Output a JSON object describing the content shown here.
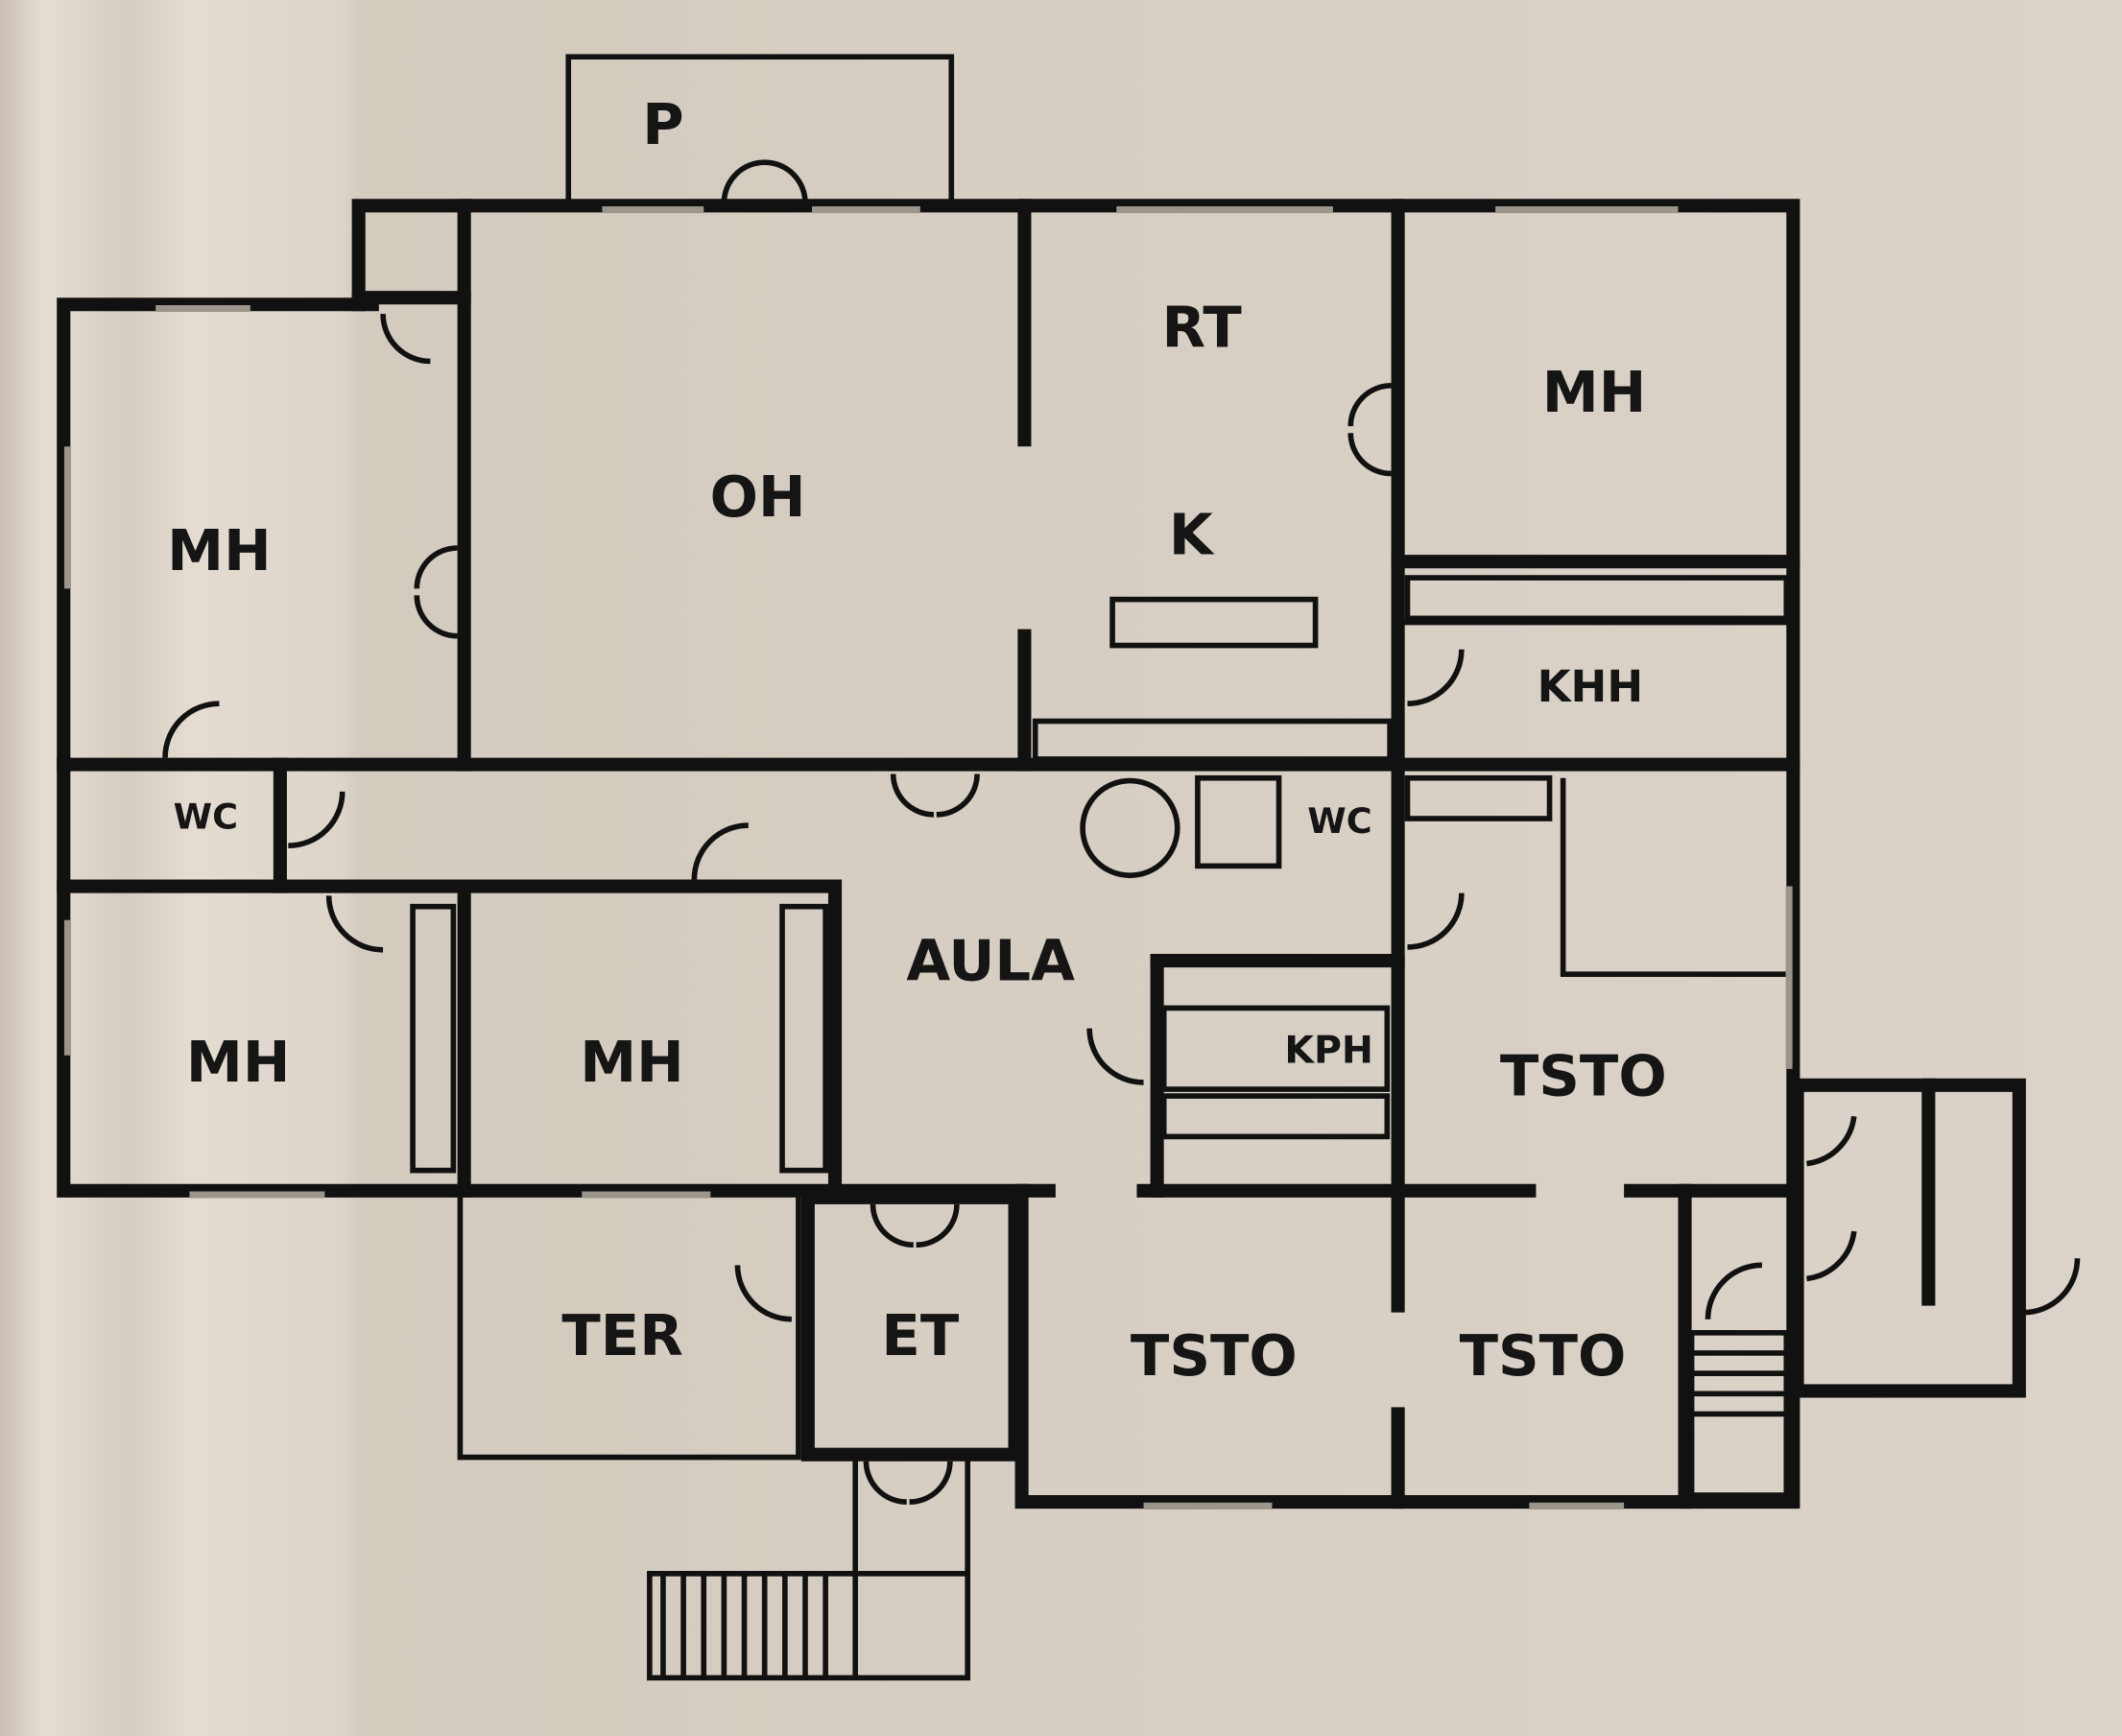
{
  "plan": {
    "rooms": {
      "p": "P",
      "oh": "OH",
      "rt": "RT",
      "k": "K",
      "mh_top_right": "MH",
      "mh_left_top": "MH",
      "khh": "KHH",
      "wc_left": "WC",
      "wc_center": "WC",
      "aula": "AULA",
      "mh_left_bottom": "MH",
      "mh_center": "MH",
      "kph": "KPH",
      "tsto_right": "TSTO",
      "ter": "TER",
      "et": "ET",
      "tsto_bottom_left": "TSTO",
      "tsto_bottom_right": "TSTO"
    },
    "colors": {
      "background": "#d8cfc4",
      "walls": "#111111"
    }
  }
}
